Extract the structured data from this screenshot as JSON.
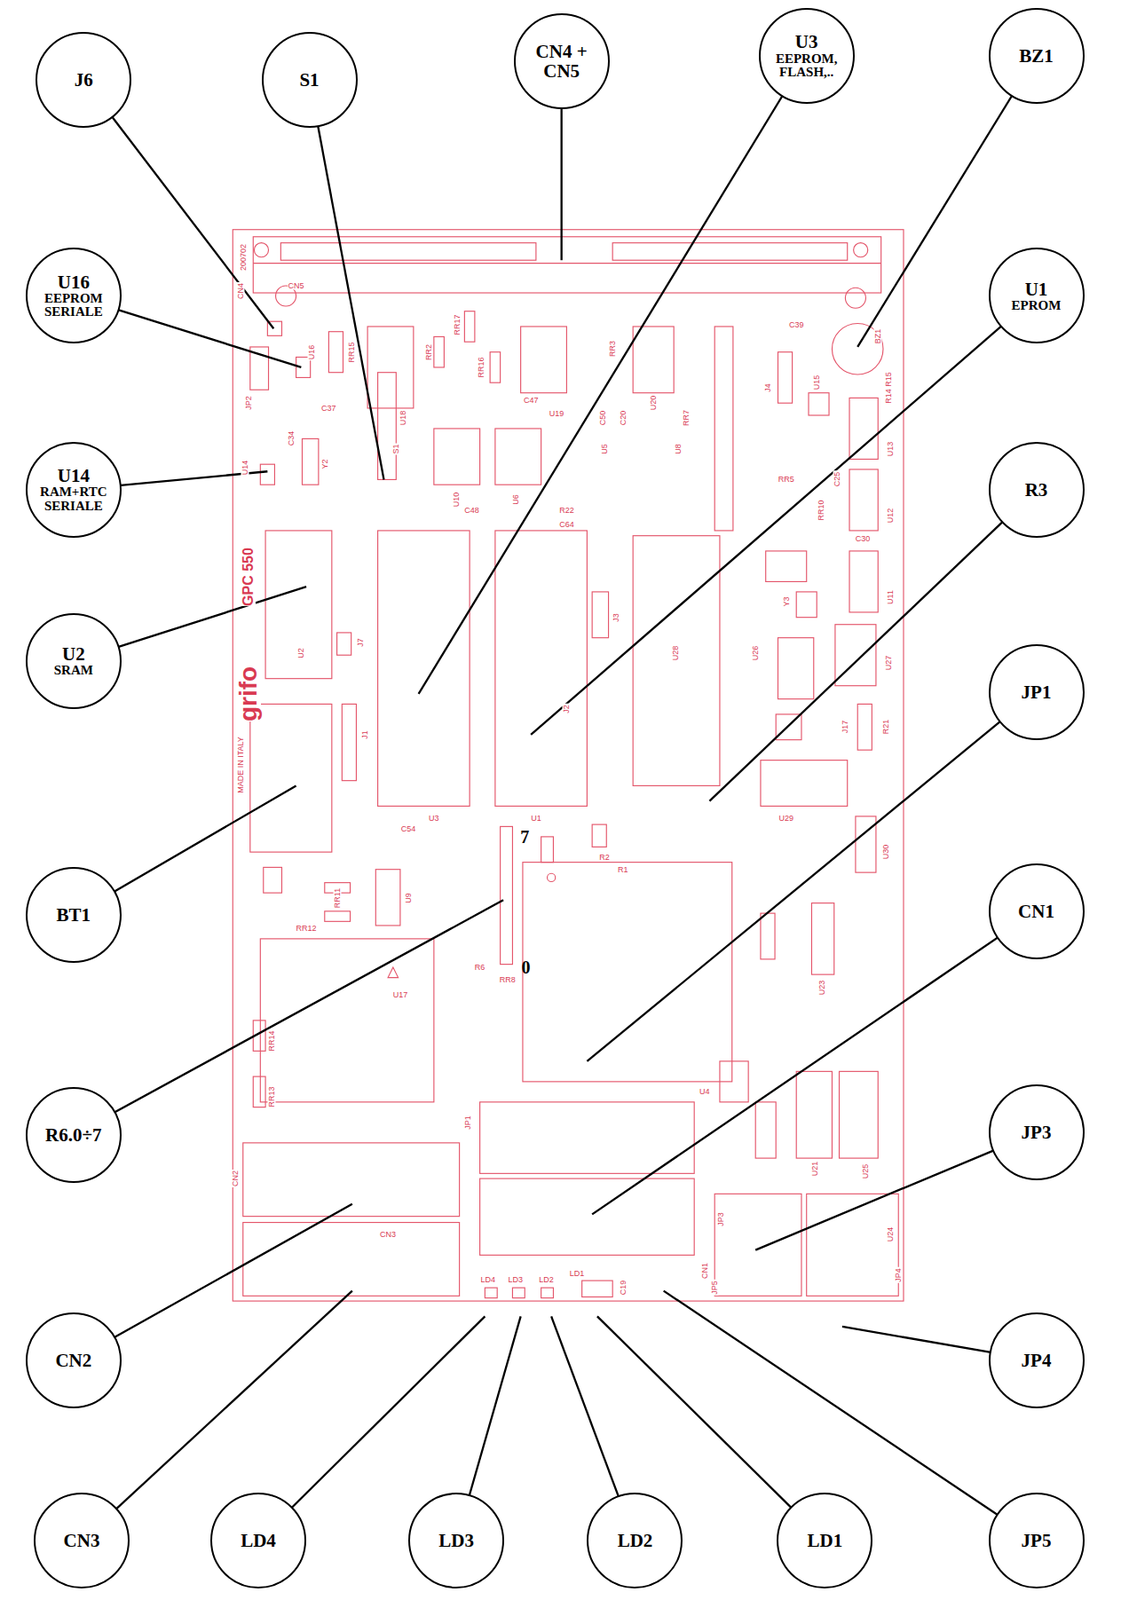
{
  "diagram": {
    "nodes": [
      {
        "text": [
          "J6"
        ]
      },
      {
        "text": [
          "S1"
        ]
      },
      {
        "text": [
          "CN4 + CN5"
        ]
      },
      {
        "text": [
          "U3",
          "EEPROM, FLASH,.."
        ]
      },
      {
        "text": [
          "BZ1"
        ]
      },
      {
        "text": [
          "U16",
          "EEPROM SERIALE"
        ]
      },
      {
        "text": [
          "U1",
          "EPROM"
        ]
      },
      {
        "text": [
          "U14",
          "RAM+RTC SERIALE"
        ]
      },
      {
        "text": [
          "R3"
        ]
      },
      {
        "text": [
          "U2",
          "SRAM"
        ]
      },
      {
        "text": [
          "JP1"
        ]
      },
      {
        "text": [
          "BT1"
        ]
      },
      {
        "text": [
          "CN1"
        ]
      },
      {
        "text": [
          "R6.0÷7"
        ]
      },
      {
        "text": [
          "JP3"
        ]
      },
      {
        "text": [
          "CN2"
        ]
      },
      {
        "text": [
          "JP4"
        ]
      },
      {
        "text": [
          "CN3"
        ]
      },
      {
        "text": [
          "LD4"
        ]
      },
      {
        "text": [
          "LD3"
        ]
      },
      {
        "text": [
          "LD2"
        ]
      },
      {
        "text": [
          "LD1"
        ]
      },
      {
        "text": [
          "JP5"
        ]
      }
    ],
    "edges": [],
    "labels": [
      "200702",
      "CN4",
      "CN5",
      "JP2",
      "U16",
      "RR15",
      "C37",
      "U14",
      "Y2",
      "C34",
      "RR2",
      "RR17",
      "U18",
      "RR16",
      "C47",
      "U19",
      "RR3",
      "C50",
      "C20",
      "U20",
      "RR7",
      "C39",
      "BZ1",
      "U15",
      "J4",
      "R14 R15",
      "U10",
      "C48",
      "U6",
      "R22",
      "C64",
      "U5",
      "U8",
      "RR5",
      "RR10",
      "U13",
      "U12",
      "U11",
      "U27",
      "R21",
      "C30",
      "C25",
      "U2",
      "J7",
      "grifo",
      "GPC 550",
      "MADE IN ITALY",
      "U28",
      "U26",
      "Y3",
      "J3",
      "J2",
      "J1",
      "U3",
      "C54",
      "U1",
      "R2",
      "R1",
      "U29",
      "J17",
      "U9",
      "U17",
      "RR12",
      "RR11",
      "RR13",
      "RR14",
      "R6",
      "RR8",
      "U23",
      "U30",
      "U4",
      "U21",
      "U25",
      "U24",
      "CN2",
      "CN3",
      "JP1",
      "JP3",
      "CN1",
      "JP4",
      "JP5",
      "LD4",
      "LD3",
      "LD2",
      "LD1",
      "C19",
      "S1",
      "7",
      "0"
    ]
  }
}
